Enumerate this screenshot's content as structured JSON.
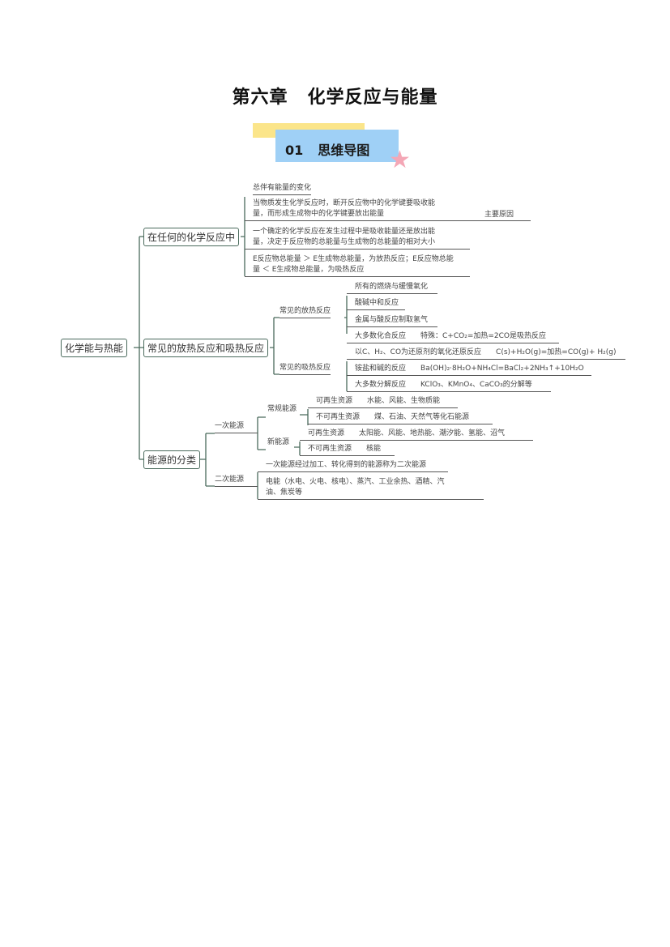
{
  "title": {
    "chapter": "第六章",
    "name": "化学反应与能量"
  },
  "badge": {
    "number": "01",
    "label": "思维导图"
  },
  "root": "化学能与热能",
  "branch1": {
    "label": "在任何的化学反应中",
    "leaf1": "总伴有能量的变化",
    "leaf2a": "当物质发生化学反应时，断开反应物中的化学键要吸收能",
    "leaf2b": "量，而形成生成物中的化学键要放出能量",
    "leaf2_note": "主要原因",
    "leaf3a": "一个确定的化学反应在发生过程中是吸收能量还是放出能",
    "leaf3b": "量，决定于反应物的总能量与生成物的总能量的相对大小",
    "leaf4a": "E反应物总能量 ＞ E生成物总能量，为放热反应；E反应物总能",
    "leaf4b": "量 ＜ E生成物总能量，为吸热反应"
  },
  "branch2": {
    "label": "常见的放热反应和吸热反应",
    "exo": {
      "label": "常见的放热反应",
      "items": [
        "所有的燃烧与缓慢氧化",
        "酸碱中和反应",
        "金属与酸反应制取氢气",
        "大多数化合反应"
      ],
      "note": "特殊：C+CO₂=加热=2CO是吸热反应"
    },
    "endo": {
      "label": "常见的吸热反应",
      "items": [
        "以C、H₂、CO为还原剂的氧化还原反应",
        "铵盐和碱的反应",
        "大多数分解反应"
      ],
      "notes": [
        "C(s)+H₂O(g)=加热=CO(g)+ H₂(g)",
        "Ba(OH)₂·8H₂O+NH₄Cl=BaCl₂+2NH₃↑+10H₂O",
        "KClO₃、KMnO₄、CaCO₃的分解等"
      ]
    }
  },
  "branch3": {
    "label": "能源的分类",
    "primary": "一次能源",
    "conventional": "常规能源",
    "new": "新能源",
    "renewable": "可再生资源",
    "nonrenewable": "不可再生资源",
    "conv_renew": "水能、风能、生物质能",
    "conv_nonrenew": "煤、石油、天然气等化石能源",
    "new_renew": "太阳能、风能、地热能、潮汐能、氢能、沼气",
    "new_nonrenew": "核能",
    "secondary": "二次能源",
    "sec_def": "一次能源经过加工、转化得到的能源称为二次能源",
    "sec_ex_a": "电能（水电、火电、核电）、蒸汽、工业余热、酒精、汽",
    "sec_ex_b": "油、焦炭等"
  }
}
